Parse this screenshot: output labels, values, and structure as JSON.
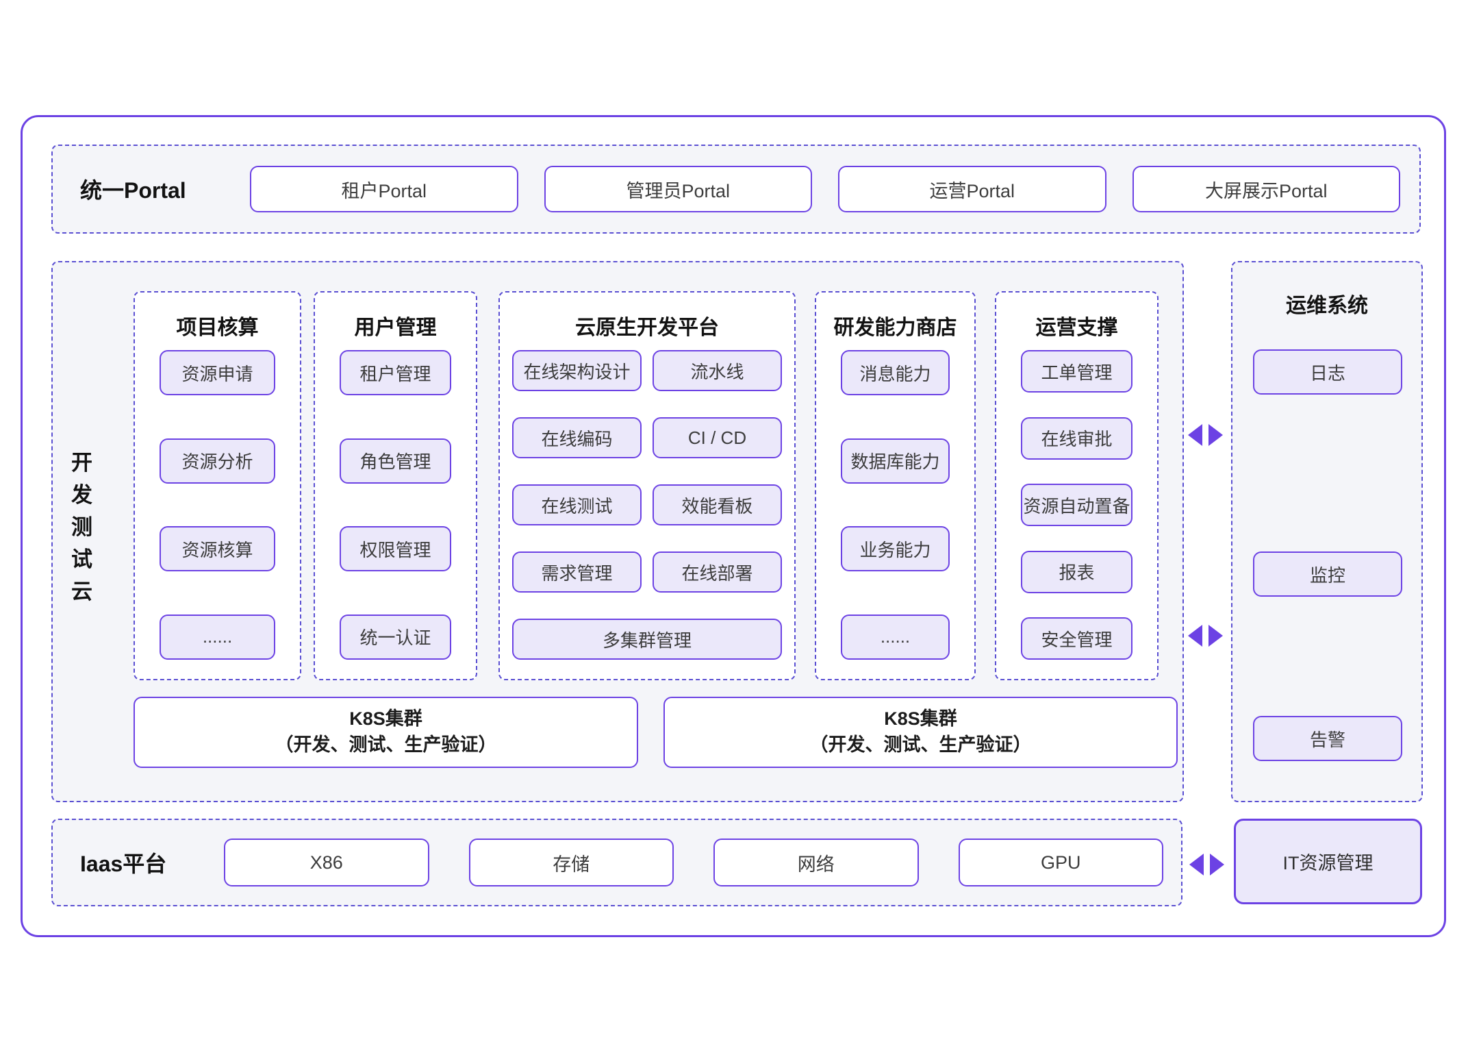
{
  "portal_bar": {
    "label": "统一Portal",
    "items": [
      "租户Portal",
      "管理员Portal",
      "运营Portal",
      "大屏展示Portal"
    ]
  },
  "dev_cloud": {
    "label": "开发测试云",
    "columns": [
      {
        "title": "项目核算",
        "items": [
          "资源申请",
          "资源分析",
          "资源核算",
          "......"
        ]
      },
      {
        "title": "用户管理",
        "items": [
          "租户管理",
          "角色管理",
          "权限管理",
          "统一认证"
        ]
      },
      {
        "title": "云原生开发平台",
        "pairs": [
          [
            "在线架构设计",
            "流水线"
          ],
          [
            "在线编码",
            "CI / CD"
          ],
          [
            "在线测试",
            "效能看板"
          ],
          [
            "需求管理",
            "在线部署"
          ]
        ],
        "wide": "多集群管理"
      },
      {
        "title": "研发能力商店",
        "items": [
          "消息能力",
          "数据库能力",
          "业务能力",
          "......"
        ]
      },
      {
        "title": "运营支撑",
        "items": [
          "工单管理",
          "在线审批",
          "资源自动置备",
          "报表",
          "安全管理"
        ]
      }
    ],
    "k8s_clusters": [
      {
        "line1": "K8S集群",
        "line2": "（开发、测试、生产验证）"
      },
      {
        "line1": "K8S集群",
        "line2": "（开发、测试、生产验证）"
      }
    ]
  },
  "ops_system": {
    "title": "运维系统",
    "items": [
      "日志",
      "监控",
      "告警"
    ]
  },
  "iaas": {
    "label": "Iaas平台",
    "items": [
      "X86",
      "存储",
      "网络",
      "GPU"
    ],
    "it_box": "IT资源管理"
  },
  "colors": {
    "accent_purple": "#6c42e4",
    "dashed_purple": "#5a4fd2",
    "lavender_fill": "#ebe8fa",
    "panel_gray": "#f4f5f9"
  }
}
